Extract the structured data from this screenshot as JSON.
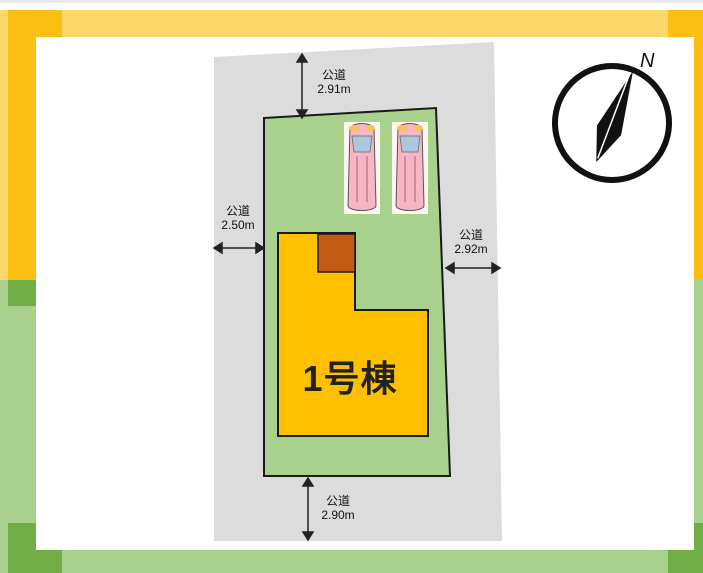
{
  "building": {
    "label": "1号棟"
  },
  "roads": {
    "north": {
      "name": "公道",
      "width": "2.91m"
    },
    "west": {
      "name": "公道",
      "width": "2.50m"
    },
    "east": {
      "name": "公道",
      "width": "2.92m"
    },
    "south": {
      "name": "公道",
      "width": "2.90m"
    }
  },
  "compass": {
    "letter": "N"
  },
  "colors": {
    "frame_yellow": "#fdd76a",
    "frame_orange": "#fbbf14",
    "frame_green": "#a9d18e",
    "frame_dark_green": "#70ad47",
    "road_gray": "#dcdcdc",
    "lot_green": "#a9d18e",
    "building_orange": "#ffc000",
    "stair_brown": "#c55a11"
  }
}
